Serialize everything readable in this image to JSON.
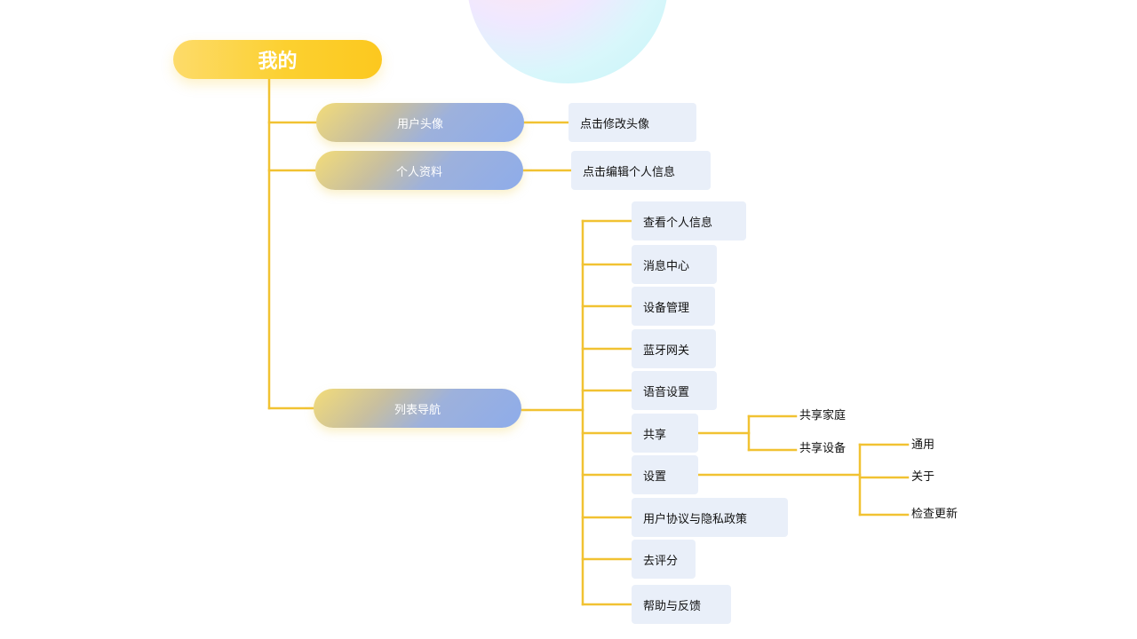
{
  "mindmap": {
    "root": {
      "label": "我的"
    },
    "branches": {
      "avatar": {
        "label": "用户头像",
        "child": "点击修改头像"
      },
      "profile": {
        "label": "个人资料",
        "child": "点击编辑个人信息"
      },
      "nav": {
        "label": "列表导航",
        "items": [
          "查看个人信息",
          "消息中心",
          "设备管理",
          "蓝牙网关",
          "语音设置",
          "共享",
          "设置",
          "用户协议与隐私政策",
          "去评分",
          "帮助与反馈"
        ],
        "share_children": [
          "共享家庭",
          "共享设备"
        ],
        "settings_children": [
          "通用",
          "关于",
          "检查更新"
        ]
      }
    }
  },
  "colors": {
    "connector": "#f1c232",
    "root_fill": "#fcd02f",
    "pill_gradient_start": "#f3dc78",
    "pill_gradient_end": "#8eacea",
    "box_fill": "#e9eff9",
    "text": "#111111"
  }
}
